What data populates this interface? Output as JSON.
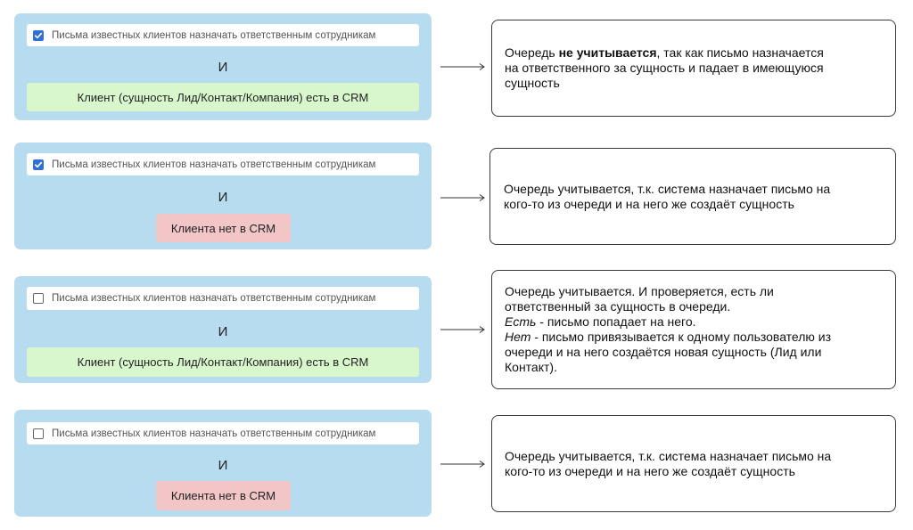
{
  "colors": {
    "panel": "#b7dcef",
    "client_found": "#d9f7cc",
    "client_missing": "#f2c6c6",
    "checkbox_checked": "#2f6fd6"
  },
  "cases": [
    {
      "checkbox": {
        "checked": true,
        "icon": "checkbox-checked-icon",
        "label": "Письма известных клиентов назначать ответственным сотрудникам"
      },
      "and_label": "И",
      "client": {
        "status": "found",
        "label": "Клиент (сущность Лид/Контакт/Компания) есть в CRM"
      },
      "arrow_icon": "arrow-right-icon",
      "note": {
        "line1_pre": "Очередь ",
        "line1_bold": "не учитывается",
        "line1_post": ", так как письмо назначается",
        "line2": "на ответственного за сущность и падает в имеющуюся",
        "line3": "сущность"
      }
    },
    {
      "checkbox": {
        "checked": true,
        "icon": "checkbox-checked-icon",
        "label": "Письма известных клиентов назначать ответственным сотрудникам"
      },
      "and_label": "И",
      "client": {
        "status": "missing",
        "label": "Клиента нет в CRM"
      },
      "arrow_icon": "arrow-right-icon",
      "note": {
        "line1": "Очередь учитывается, т.к. система назначает письмо на",
        "line2": "кого-то из очереди и на него же создаёт сущность"
      }
    },
    {
      "checkbox": {
        "checked": false,
        "icon": "checkbox-empty-icon",
        "label": "Письма известных клиентов назначать ответственным сотрудникам"
      },
      "and_label": "И",
      "client": {
        "status": "found",
        "label": "Клиент (сущность Лид/Контакт/Компания) есть в CRM"
      },
      "arrow_icon": "arrow-right-icon",
      "note": {
        "line1": "Очередь учитывается. И проверяется, есть ли",
        "line2": "ответственный за сущность в очереди.",
        "line3_italic": "Есть",
        "line3_rest": " - письмо попадает на него.",
        "line4_italic": "Нет",
        "line4_rest": " - письмо привязывается к одному пользователю из",
        "line5": "очереди и на него создаётся новая сущность (Лид или",
        "line6": "Контакт)."
      }
    },
    {
      "checkbox": {
        "checked": false,
        "icon": "checkbox-empty-icon",
        "label": "Письма известных клиентов назначать ответственным сотрудникам"
      },
      "and_label": "И",
      "client": {
        "status": "missing",
        "label": "Клиента нет в CRM"
      },
      "arrow_icon": "arrow-right-icon",
      "note": {
        "line1": "Очередь учитывается, т.к. система назначает письмо на",
        "line2": "кого-то из очереди и на него же создаёт сущность"
      }
    }
  ]
}
